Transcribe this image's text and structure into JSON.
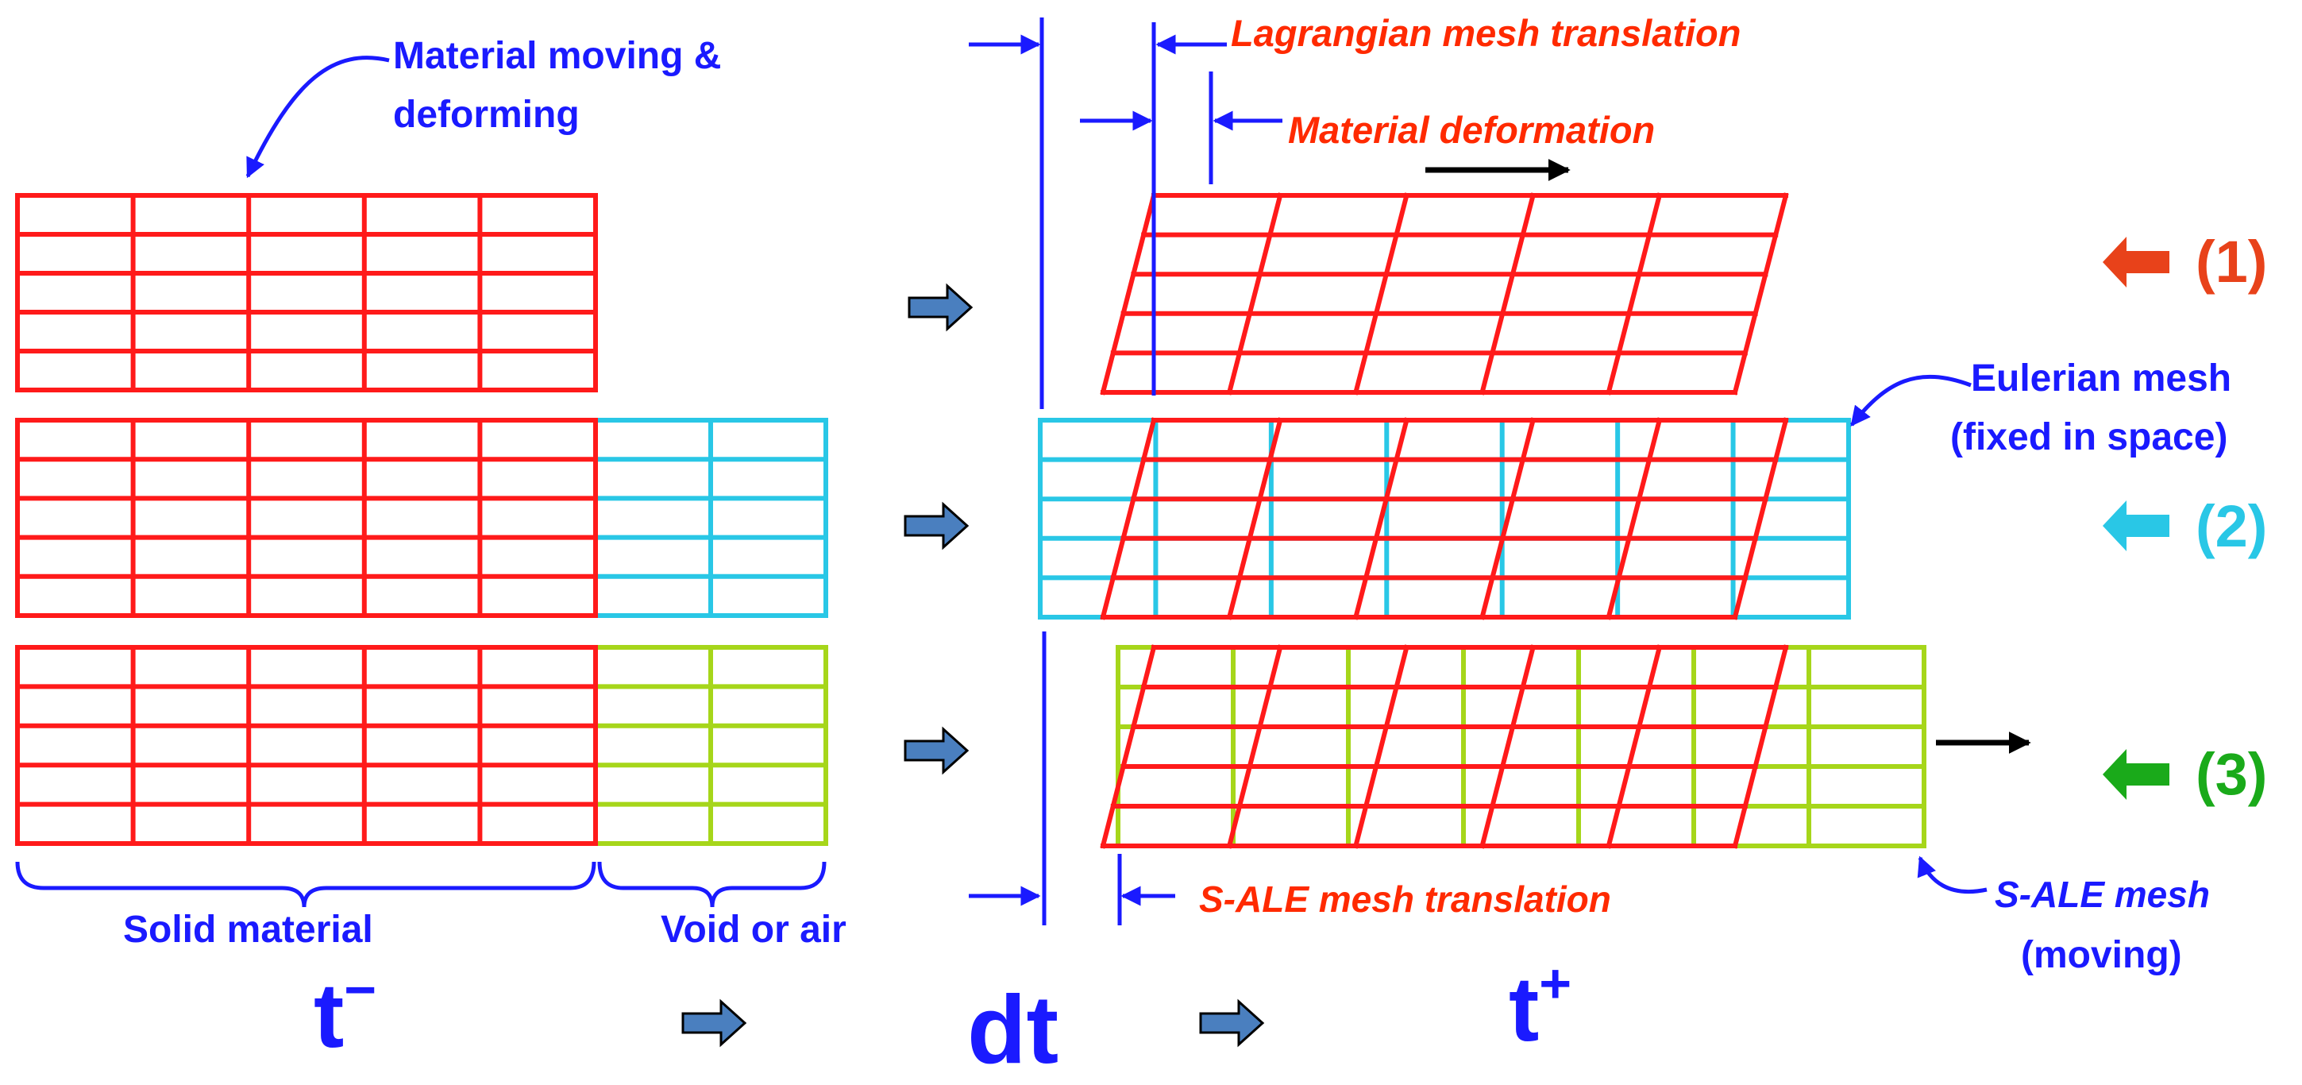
{
  "colors": {
    "material": "#ff1a1a",
    "eulerian": "#29c7e6",
    "sale": "#a6d61a",
    "annotation": "#1a1aff",
    "lagrangian_text": "#ff2a00",
    "motion_arrow": "#000000",
    "step_arrow": "#4a7fbf",
    "marker_1": "#e8421a",
    "marker_2": "#29c7e6",
    "marker_3": "#1aaa1a"
  },
  "labels": {
    "material_moving": [
      "Material moving &",
      "deforming"
    ],
    "lagrangian_translation": "Lagrangian  mesh translation",
    "material_deformation": "Material deformation",
    "eulerian_mesh": [
      "Eulerian mesh",
      "(fixed in  space)"
    ],
    "sale_translation": "S-ALE mesh translation",
    "sale_mesh": [
      "S-ALE mesh",
      "(moving)"
    ],
    "solid_material": "Solid material",
    "void_or_air": "Void or air"
  },
  "time": {
    "t_minus": "t",
    "t_minus_sup": "−",
    "dt": "dt",
    "t_plus": "t",
    "t_plus_sup": "+"
  },
  "markers": [
    {
      "label": "(1)",
      "arrow_icon": "left-arrow-icon"
    },
    {
      "label": "(2)",
      "arrow_icon": "left-arrow-icon"
    },
    {
      "label": "(3)",
      "arrow_icon": "left-arrow-icon"
    }
  ]
}
